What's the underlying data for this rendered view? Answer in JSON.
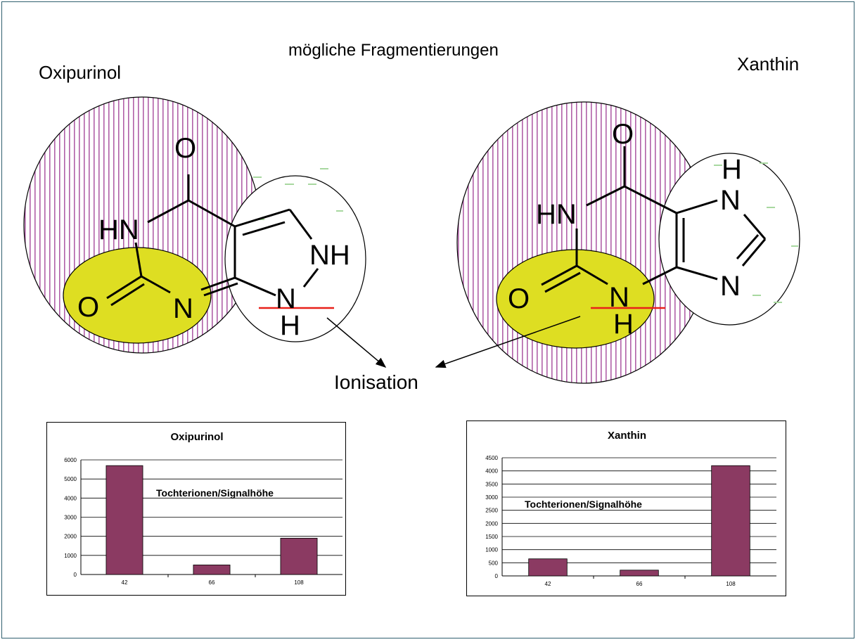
{
  "title": "mögliche Fragmentierungen",
  "left_molecule": {
    "name": "Oxipurinol",
    "atoms": [
      "O",
      "HN",
      "O",
      "N",
      "NH",
      "N",
      "H"
    ]
  },
  "right_molecule": {
    "name": "Xanthin",
    "atoms": [
      "O",
      "HN",
      "O",
      "N",
      "H",
      "H",
      "N",
      "N"
    ]
  },
  "annotation": "Ionisation",
  "colors": {
    "stripe": "#b060a8",
    "yellow": "#dede22",
    "bond_cut": "#e8201a",
    "bar": "#8b3a62",
    "frame": "#2f5f6f"
  },
  "chart_data": [
    {
      "type": "bar",
      "title": "Oxipurinol",
      "note": "Tochterionen/Signalhöhe",
      "categories": [
        "42",
        "66",
        "108"
      ],
      "values": [
        5700,
        500,
        1900
      ],
      "ylim": [
        0,
        6000
      ],
      "yticks": [
        0,
        1000,
        2000,
        3000,
        4000,
        5000,
        6000
      ],
      "grid": true
    },
    {
      "type": "bar",
      "title": "Xanthin",
      "note": "Tochterionen/Signalhöhe",
      "categories": [
        "42",
        "66",
        "108"
      ],
      "values": [
        650,
        220,
        4200
      ],
      "ylim": [
        0,
        4500
      ],
      "yticks": [
        0,
        500,
        1000,
        1500,
        2000,
        2500,
        3000,
        3500,
        4000,
        4500
      ],
      "grid": true
    }
  ]
}
